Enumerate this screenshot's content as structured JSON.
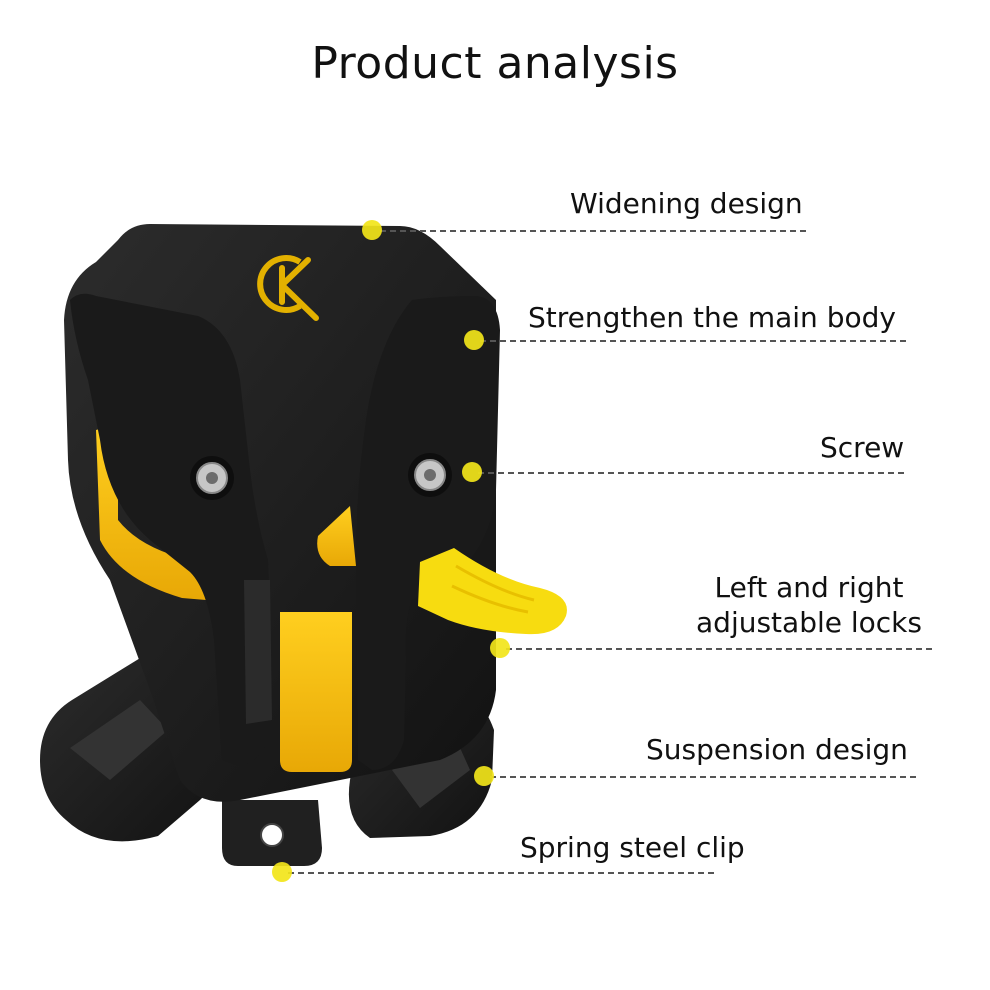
{
  "title": "Product analysis",
  "colors": {
    "body": "#1c1c1c",
    "accent": "#f5b80c",
    "lever": "#f7dc10",
    "callout_dot": "#f2e51a",
    "leader_line": "#555555"
  },
  "callouts": [
    {
      "id": "widening",
      "label": "Widening design"
    },
    {
      "id": "strengthen",
      "label": "Strengthen the main body"
    },
    {
      "id": "screw",
      "label": "Screw"
    },
    {
      "id": "locks",
      "label_line1": "Left and right",
      "label_line2": "adjustable locks"
    },
    {
      "id": "suspension",
      "label": "Suspension design"
    },
    {
      "id": "clip",
      "label": "Spring steel clip"
    }
  ],
  "product": {
    "name": "bottle cage holder",
    "logo_icon": "g-logo-icon"
  }
}
